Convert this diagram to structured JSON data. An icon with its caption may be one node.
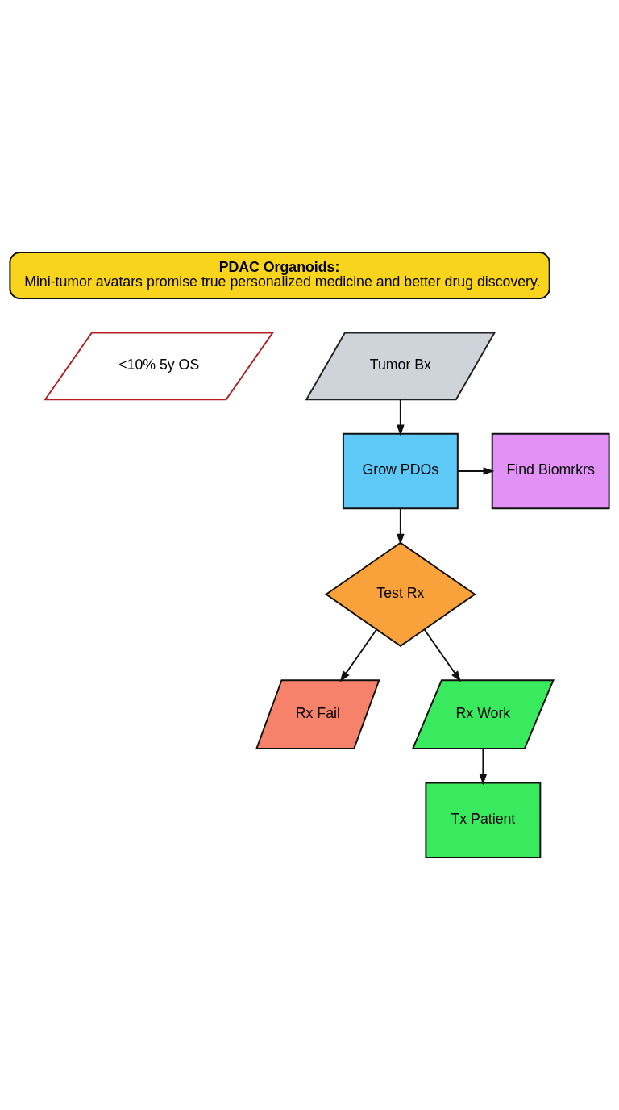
{
  "diagram": {
    "nodes": [
      {
        "text": [
          "PDAC Organoids:",
          "Mini-tumor avatars promise true personalized medicine and better drug discovery."
        ]
      },
      {
        "text": [
          "<10% 5y OS"
        ]
      },
      {
        "text": [
          "Tumor Bx"
        ]
      },
      {
        "text": [
          "Grow PDOs"
        ]
      },
      {
        "text": [
          "Find Biomrkrs"
        ]
      },
      {
        "text": [
          "Test Rx"
        ]
      },
      {
        "text": [
          "Rx Fail"
        ]
      },
      {
        "text": [
          "Rx Work"
        ]
      },
      {
        "text": [
          "Tx Patient"
        ]
      }
    ],
    "edges": [
      {
        "from": 2,
        "to": 3,
        "arrow": "to"
      },
      {
        "from": 3,
        "to": 4,
        "arrow": "to"
      },
      {
        "from": 3,
        "to": 5,
        "arrow": "to"
      },
      {
        "from": 5,
        "to": 6,
        "arrow": "to"
      },
      {
        "from": 5,
        "to": 7,
        "arrow": "to"
      },
      {
        "from": 7,
        "to": 8,
        "arrow": "to"
      }
    ]
  }
}
